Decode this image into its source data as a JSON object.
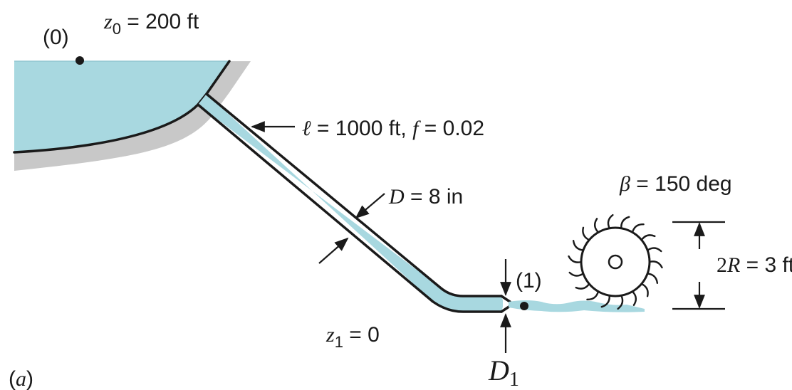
{
  "labels": {
    "point0": "(0)",
    "z0_var": "z",
    "z0_sub": "0",
    "z0_rest": " = 200 ft",
    "pipe_ell": "ℓ",
    "pipe_len": " = 1000 ft, ",
    "pipe_f": "f",
    "pipe_f_val": " = 0.02",
    "diam_D": "D",
    "diam_val": " = 8 in",
    "point1": "(1)",
    "z1_var": "z",
    "z1_sub": "1",
    "z1_rest": " = 0",
    "jet_D": "D",
    "jet_sub": "1",
    "beta_sym": "β",
    "beta_val": "  = 150 deg",
    "radius_2": "2",
    "radius_R": "R",
    "radius_rest": " = 3 ft",
    "figure_tag_open": "(",
    "figure_tag_letter": "a",
    "figure_tag_close": ")"
  },
  "colors": {
    "water": "#a8d8e0",
    "ground_shadow": "#c8c8c8",
    "ink": "#1a1a1a"
  }
}
